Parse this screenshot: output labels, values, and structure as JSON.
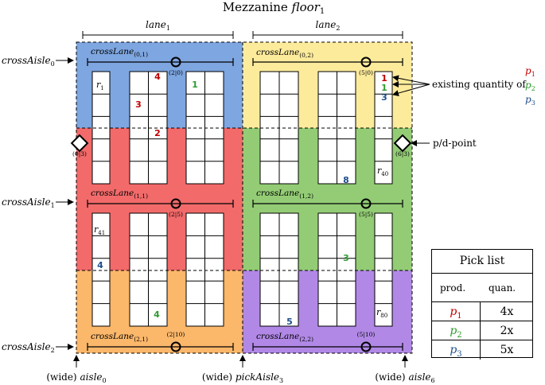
{
  "title": {
    "main": "Mezzanine ",
    "italic": "floor",
    "sub": "1"
  },
  "lanes": [
    {
      "label": "lane",
      "sub": "1"
    },
    {
      "label": "lane",
      "sub": "2"
    }
  ],
  "cross_aisles": [
    {
      "label": "crossAisle",
      "sub": "0"
    },
    {
      "label": "crossAisle",
      "sub": "1"
    },
    {
      "label": "crossAisle",
      "sub": "2"
    }
  ],
  "aisles": [
    {
      "prefix": "(wide) ",
      "label": "aisle",
      "sub": "0"
    },
    {
      "prefix": "(wide) ",
      "label": "pickAisle",
      "sub": "3"
    },
    {
      "prefix": "(wide) ",
      "label": "aisle",
      "sub": "6"
    }
  ],
  "cross_lanes": [
    {
      "label": "crossLane",
      "sub": "(0,1)",
      "node": "(2|0)"
    },
    {
      "label": "crossLane",
      "sub": "(0,2)",
      "node": "(5|0)"
    },
    {
      "label": "crossLane",
      "sub": "(1,1)",
      "node": "(2|5)"
    },
    {
      "label": "crossLane",
      "sub": "(1,2)",
      "node": "(5|5)"
    },
    {
      "label": "crossLane",
      "sub": "(2,1)",
      "node": "(2|10)"
    },
    {
      "label": "crossLane",
      "sub": "(2,2)",
      "node": "(5|10)"
    }
  ],
  "pd_points": [
    {
      "node": "(0|3)"
    },
    {
      "node": "(6|3)"
    }
  ],
  "pd_label": "p/d-point",
  "rack_labels": [
    {
      "label": "r",
      "sub": "1"
    },
    {
      "label": "r",
      "sub": "40"
    },
    {
      "label": "r",
      "sub": "41"
    },
    {
      "label": "r",
      "sub": "80"
    }
  ],
  "quantities": [
    {
      "value": "4",
      "product": "p1"
    },
    {
      "value": "3",
      "product": "p1"
    },
    {
      "value": "2",
      "product": "p1"
    },
    {
      "value": "1",
      "product": "p2"
    },
    {
      "value": "1",
      "product": "p1"
    },
    {
      "value": "1",
      "product": "p2"
    },
    {
      "value": "3",
      "product": "p3"
    },
    {
      "value": "8",
      "product": "p3"
    },
    {
      "value": "4",
      "product": "p3"
    },
    {
      "value": "4",
      "product": "p2"
    },
    {
      "value": "3",
      "product": "p2"
    },
    {
      "value": "5",
      "product": "p3"
    }
  ],
  "legend": {
    "text": "existing quantity of",
    "products": [
      {
        "label": "p",
        "sub": "1",
        "color": "#c00000"
      },
      {
        "label": "p",
        "sub": "2",
        "color": "#2e9a2e"
      },
      {
        "label": "p",
        "sub": "3",
        "color": "#1f4e8a"
      }
    ]
  },
  "zone_colors": {
    "blue": "#7ea6e0",
    "yellow": "#fdeb9c",
    "red": "#f26a6a",
    "green": "#93cc75",
    "orange": "#fbb76a",
    "purple": "#b188e6"
  },
  "pick_list": {
    "title": "Pick list",
    "col_product": "prod.",
    "col_quantity": "quan.",
    "rows": [
      {
        "product": "p",
        "sub": "1",
        "quantity": "4x",
        "color": "#c00000"
      },
      {
        "product": "p",
        "sub": "2",
        "quantity": "2x",
        "color": "#2e9a2e"
      },
      {
        "product": "p",
        "sub": "3",
        "quantity": "5x",
        "color": "#1f4e8a"
      }
    ]
  }
}
